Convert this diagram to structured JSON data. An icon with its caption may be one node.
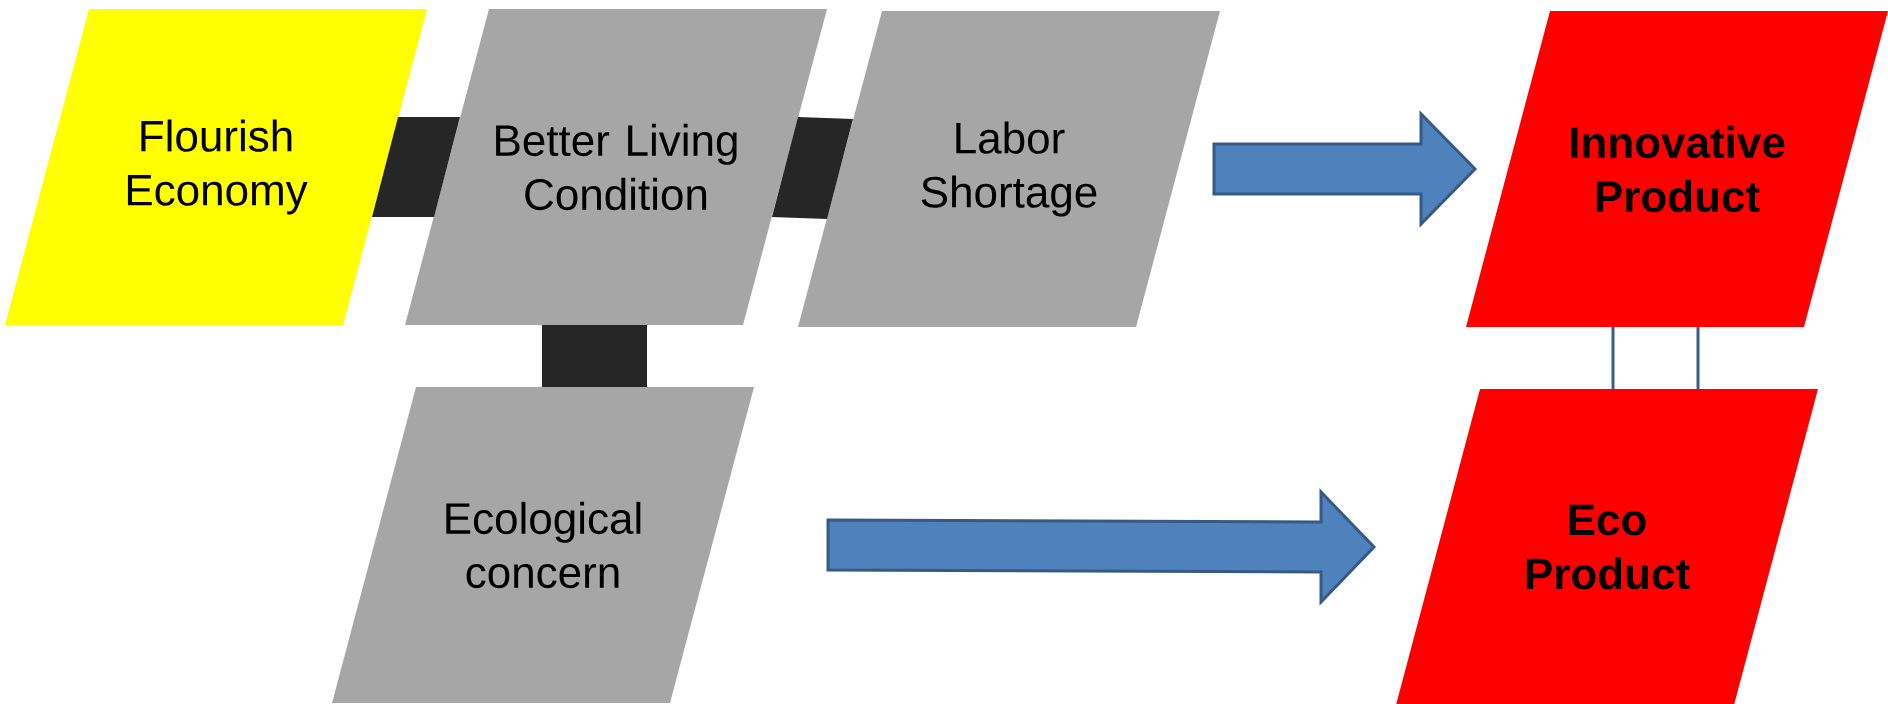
{
  "diagram": {
    "nodes": [
      {
        "text": [
          "Flourish Economy"
        ]
      },
      {
        "text": [
          "Better Living Condition"
        ]
      },
      {
        "text": [
          "Labor Shortage"
        ]
      },
      {
        "text": [
          "Innovative Product"
        ]
      },
      {
        "text": [
          "Ecological concern"
        ]
      },
      {
        "text": [
          "Eco Product"
        ]
      }
    ],
    "edges": [
      {
        "from": 0,
        "to": 1,
        "arrow": "none",
        "style": "thick",
        "color": "#262626"
      },
      {
        "from": 1,
        "to": 2,
        "arrow": "none",
        "style": "thick",
        "color": "#262626"
      },
      {
        "from": 1,
        "to": 4,
        "arrow": "none",
        "style": "thick",
        "color": "#262626"
      },
      {
        "from": 2,
        "to": 3,
        "arrow": "to",
        "style": "thick",
        "color": "#4f81bd"
      },
      {
        "from": 4,
        "to": 5,
        "arrow": "to",
        "style": "thick",
        "color": "#4f81bd"
      },
      {
        "from": 3,
        "to": 5,
        "arrow": "none",
        "color": "#385d8a"
      },
      {
        "from": 3,
        "to": 5,
        "arrow": "none",
        "color": "#385d8a"
      }
    ]
  }
}
